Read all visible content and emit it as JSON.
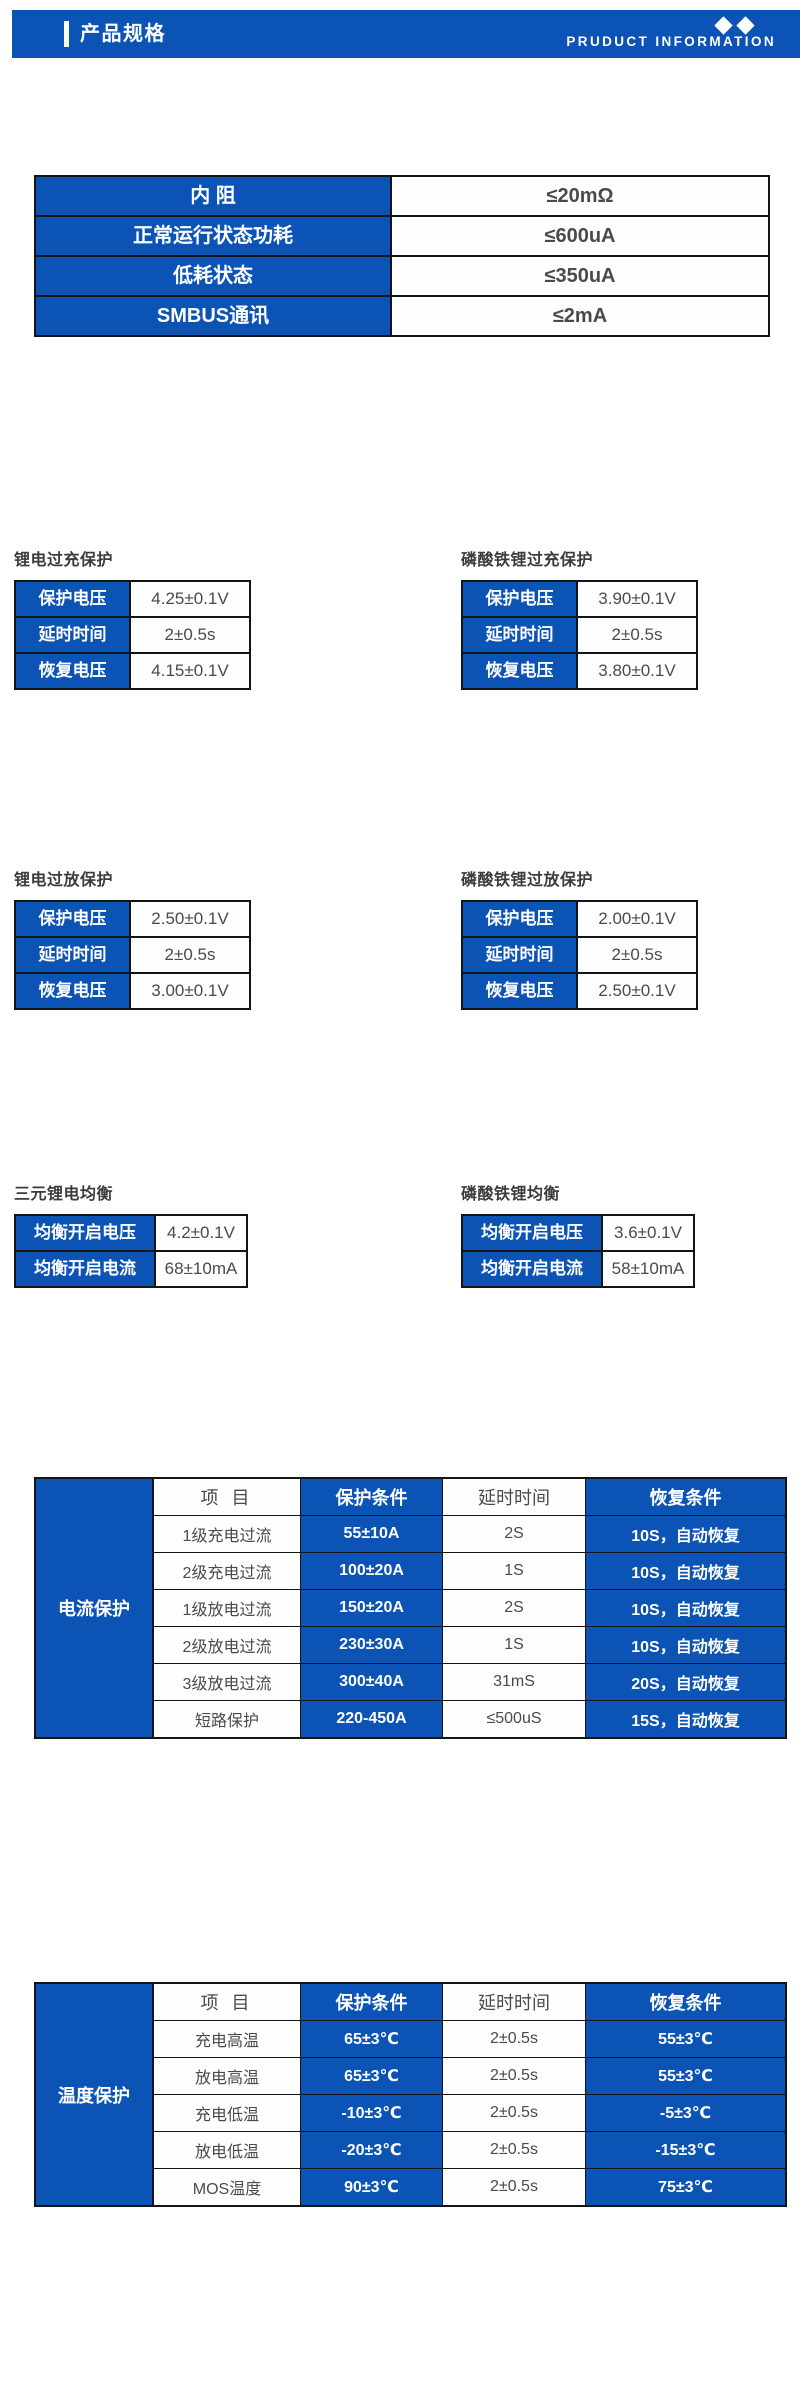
{
  "header": {
    "title": "产品规格",
    "subtitle": "PRUDUCT INFORMATION",
    "accent_color": "#0b53b5",
    "diamond_icon": "diamond-icon",
    "diamond_count": 2
  },
  "main_spec": {
    "rows": [
      {
        "label": "内  阻",
        "value": "≤20mΩ"
      },
      {
        "label": "正常运行状态功耗",
        "value": "≤600uA"
      },
      {
        "label": "低耗状态",
        "value": "≤350uA"
      },
      {
        "label": "SMBUS通讯",
        "value": "≤2mA"
      }
    ]
  },
  "overcharge": {
    "left": {
      "title": "锂电过充保护",
      "rows": [
        {
          "label": "保护电压",
          "value": "4.25±0.1V"
        },
        {
          "label": "延时时间",
          "value": "2±0.5s"
        },
        {
          "label": "恢复电压",
          "value": "4.15±0.1V"
        }
      ]
    },
    "right": {
      "title": "磷酸铁锂过充保护",
      "rows": [
        {
          "label": "保护电压",
          "value": "3.90±0.1V"
        },
        {
          "label": "延时时间",
          "value": "2±0.5s"
        },
        {
          "label": "恢复电压",
          "value": "3.80±0.1V"
        }
      ]
    }
  },
  "overdischarge": {
    "left": {
      "title": "锂电过放保护",
      "rows": [
        {
          "label": "保护电压",
          "value": "2.50±0.1V"
        },
        {
          "label": "延时时间",
          "value": "2±0.5s"
        },
        {
          "label": "恢复电压",
          "value": "3.00±0.1V"
        }
      ]
    },
    "right": {
      "title": "磷酸铁锂过放保护",
      "rows": [
        {
          "label": "保护电压",
          "value": "2.00±0.1V"
        },
        {
          "label": "延时时间",
          "value": "2±0.5s"
        },
        {
          "label": "恢复电压",
          "value": "2.50±0.1V"
        }
      ]
    }
  },
  "balance": {
    "left": {
      "title": "三元锂电均衡",
      "rows": [
        {
          "label": "均衡开启电压",
          "value": "4.2±0.1V"
        },
        {
          "label": "均衡开启电流",
          "value": "68±10mA"
        }
      ]
    },
    "right": {
      "title": "磷酸铁锂均衡",
      "rows": [
        {
          "label": "均衡开启电压",
          "value": "3.6±0.1V"
        },
        {
          "label": "均衡开启电流",
          "value": "58±10mA"
        }
      ]
    }
  },
  "current_protection": {
    "row_header": "电流保护",
    "columns": [
      "项  目",
      "保护条件",
      "延时时间",
      "恢复条件"
    ],
    "rows": [
      {
        "item": "1级充电过流",
        "protection": "55±10A",
        "delay": "2S",
        "recovery": "10S，自动恢复"
      },
      {
        "item": "2级充电过流",
        "protection": "100±20A",
        "delay": "1S",
        "recovery": "10S，自动恢复"
      },
      {
        "item": "1级放电过流",
        "protection": "150±20A",
        "delay": "2S",
        "recovery": "10S，自动恢复"
      },
      {
        "item": "2级放电过流",
        "protection": "230±30A",
        "delay": "1S",
        "recovery": "10S，自动恢复"
      },
      {
        "item": "3级放电过流",
        "protection": "300±40A",
        "delay": "31mS",
        "recovery": "20S，自动恢复"
      },
      {
        "item": "短路保护",
        "protection": "220-450A",
        "delay": "≤500uS",
        "recovery": "15S，自动恢复"
      }
    ]
  },
  "temperature_protection": {
    "row_header": "温度保护",
    "columns": [
      "项  目",
      "保护条件",
      "延时时间",
      "恢复条件"
    ],
    "rows": [
      {
        "item": "充电高温",
        "protection": "65±3℃",
        "delay": "2±0.5s",
        "recovery": "55±3℃"
      },
      {
        "item": "放电高温",
        "protection": "65±3℃",
        "delay": "2±0.5s",
        "recovery": "55±3℃"
      },
      {
        "item": "充电低温",
        "protection": "-10±3℃",
        "delay": "2±0.5s",
        "recovery": "-5±3℃"
      },
      {
        "item": "放电低温",
        "protection": "-20±3℃",
        "delay": "2±0.5s",
        "recovery": "-15±3℃"
      },
      {
        "item": "MOS温度",
        "protection": "90±3℃",
        "delay": "2±0.5s",
        "recovery": "75±3℃"
      }
    ]
  }
}
